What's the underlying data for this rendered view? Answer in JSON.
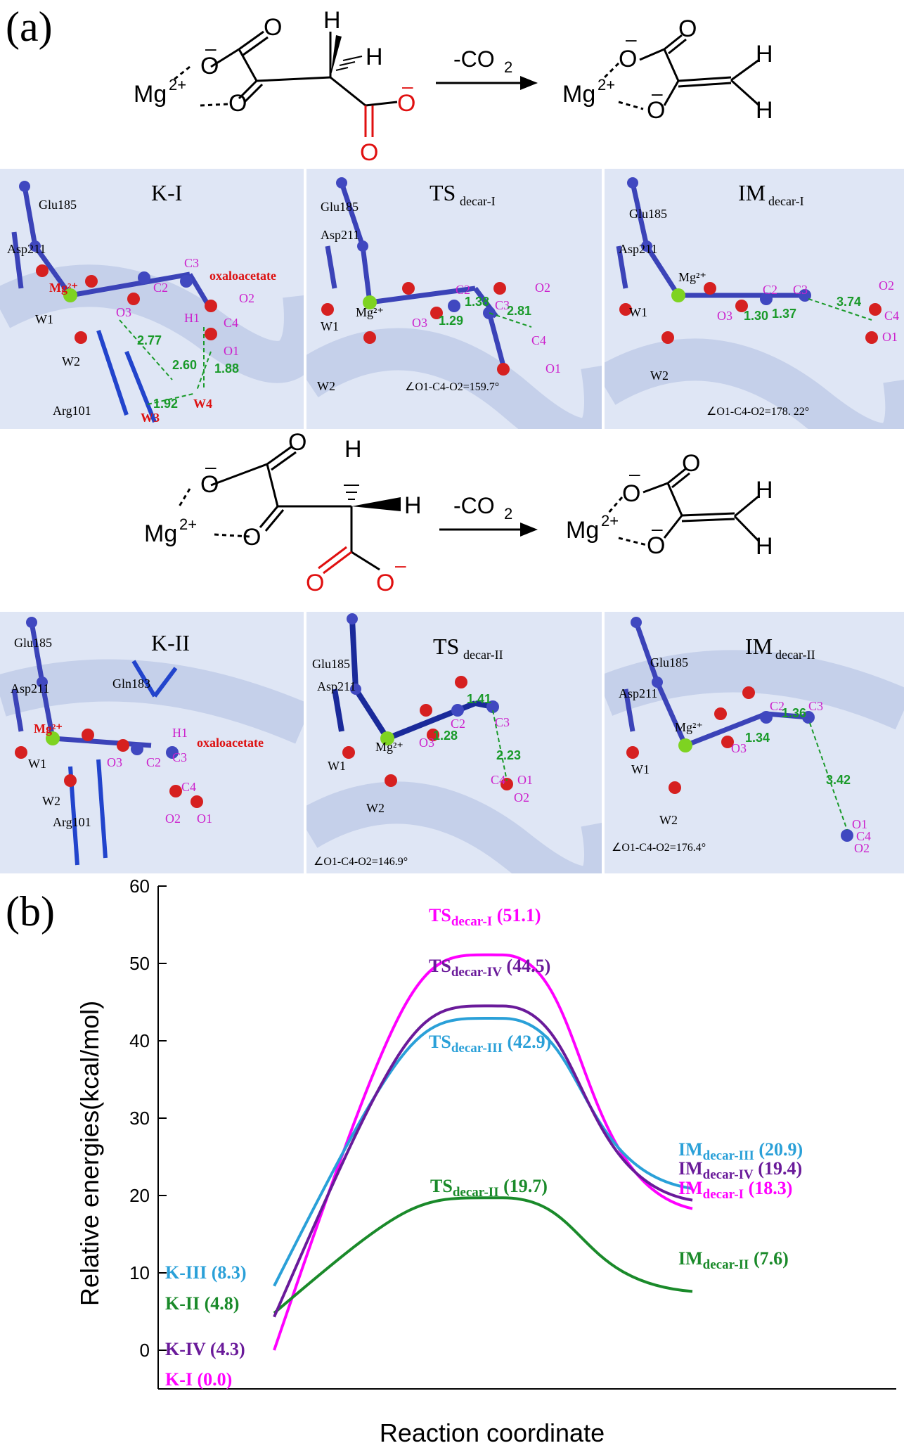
{
  "labels": {
    "a": "(a)",
    "b": "(b)"
  },
  "scheme": {
    "mg": "Mg",
    "mg_charge": "2+",
    "minus": "–",
    "O": "O",
    "H": "H",
    "arrow_label": "-CO",
    "arrow_sub": "2"
  },
  "row1": {
    "panels": [
      {
        "title_main": "K-I",
        "title_sub": "",
        "residues": [
          "Glu185",
          "Asp211",
          "Arg101"
        ],
        "waters": [
          "W1",
          "W2"
        ],
        "red_labels": [
          "Mg²⁺",
          "oxaloacetate",
          "W3",
          "W4"
        ],
        "atoms": [
          "O3",
          "C2",
          "C3",
          "H1",
          "O2",
          "C4",
          "O1"
        ],
        "distances": [
          "2.77",
          "2.60",
          "1.88",
          "1.92"
        ],
        "angle": ""
      },
      {
        "title_main": "TS",
        "title_sub": "decar-I",
        "residues": [
          "Glu185",
          "Asp211"
        ],
        "waters": [
          "W1",
          "W2"
        ],
        "mg": "Mg²⁺",
        "atoms": [
          "C2",
          "C3",
          "O3",
          "O2",
          "C4",
          "O1"
        ],
        "distances": [
          "1.38",
          "2.81",
          "1.29"
        ],
        "angle": "∠O1-C4-O2=159.7°"
      },
      {
        "title_main": "IM",
        "title_sub": "decar-I",
        "residues": [
          "Glu185",
          "Asp211"
        ],
        "waters": [
          "W1",
          "W2"
        ],
        "mg": "Mg²⁺",
        "atoms": [
          "C2",
          "C3",
          "O3",
          "O2",
          "C4",
          "O1"
        ],
        "distances": [
          "1.30",
          "1.37",
          "3.74"
        ],
        "angle": "∠O1-C4-O2=178. 22°"
      }
    ]
  },
  "row2": {
    "panels": [
      {
        "title_main": "K-II",
        "title_sub": "",
        "residues": [
          "Glu185",
          "Gln183",
          "Asp211",
          "Arg101"
        ],
        "waters": [
          "W1",
          "W2"
        ],
        "red_labels": [
          "Mg²⁺",
          "oxaloacetate"
        ],
        "atoms": [
          "H1",
          "O3",
          "C2",
          "C3",
          "C4",
          "O2",
          "O1"
        ],
        "distances": [],
        "angle": ""
      },
      {
        "title_main": "TS",
        "title_sub": "decar-II",
        "residues": [
          "Glu185",
          "Asp211"
        ],
        "waters": [
          "W1",
          "W2"
        ],
        "mg": "Mg²⁺",
        "atoms": [
          "C2",
          "C3",
          "O3",
          "C4",
          "O1",
          "O2"
        ],
        "distances": [
          "1.41",
          "1.28",
          "2.23"
        ],
        "angle": "∠O1-C4-O2=146.9°"
      },
      {
        "title_main": "IM",
        "title_sub": "decar-II",
        "residues": [
          "Glu185",
          "Asp211"
        ],
        "waters": [
          "W1",
          "W2"
        ],
        "mg": "Mg²⁺",
        "atoms": [
          "C2",
          "C3",
          "O3",
          "O1",
          "C4",
          "O2"
        ],
        "distances": [
          "1.36",
          "1.34",
          "3.42"
        ],
        "angle": "∠O1-C4-O2=176.4°"
      }
    ]
  },
  "chart_data": {
    "type": "line",
    "title": "",
    "xlabel": "Reaction coordinate",
    "ylabel": "Relative energies(kcal/mol)",
    "ylim": [
      -5,
      60
    ],
    "yticks": [
      0,
      10,
      20,
      30,
      40,
      50,
      60
    ],
    "x": [
      0,
      0.5,
      1
    ],
    "grid": false,
    "series": [
      {
        "name": "decar-I",
        "color": "#ff00ff",
        "values": [
          0.0,
          51.1,
          18.3
        ],
        "labels": [
          {
            "main": "K-I",
            "sub": "",
            "val": "(0.0)"
          },
          {
            "main": "TS",
            "sub": "decar-I",
            "val": "(51.1)"
          },
          {
            "main": "IM",
            "sub": "decar-I",
            "val": "(18.3)"
          }
        ]
      },
      {
        "name": "decar-II",
        "color": "#1a8a2a",
        "values": [
          4.8,
          19.7,
          7.6
        ],
        "labels": [
          {
            "main": "K-II",
            "sub": "",
            "val": "(4.8)"
          },
          {
            "main": "TS",
            "sub": "decar-II",
            "val": "(19.7)"
          },
          {
            "main": "IM",
            "sub": "decar-II",
            "val": "(7.6)"
          }
        ]
      },
      {
        "name": "decar-III",
        "color": "#2aa0d8",
        "values": [
          8.3,
          42.9,
          20.9
        ],
        "labels": [
          {
            "main": "K-III",
            "sub": "",
            "val": "(8.3)"
          },
          {
            "main": "TS",
            "sub": "decar-III",
            "val": "(42.9)"
          },
          {
            "main": "IM",
            "sub": "decar-III",
            "val": "(20.9)"
          }
        ]
      },
      {
        "name": "decar-IV",
        "color": "#6a1a9a",
        "values": [
          4.3,
          44.5,
          19.4
        ],
        "labels": [
          {
            "main": "K-IV",
            "sub": "",
            "val": "(4.3)"
          },
          {
            "main": "TS",
            "sub": "decar-IV",
            "val": "(44.5)"
          },
          {
            "main": "IM",
            "sub": "decar-IV",
            "val": "(19.4)"
          }
        ]
      }
    ]
  }
}
